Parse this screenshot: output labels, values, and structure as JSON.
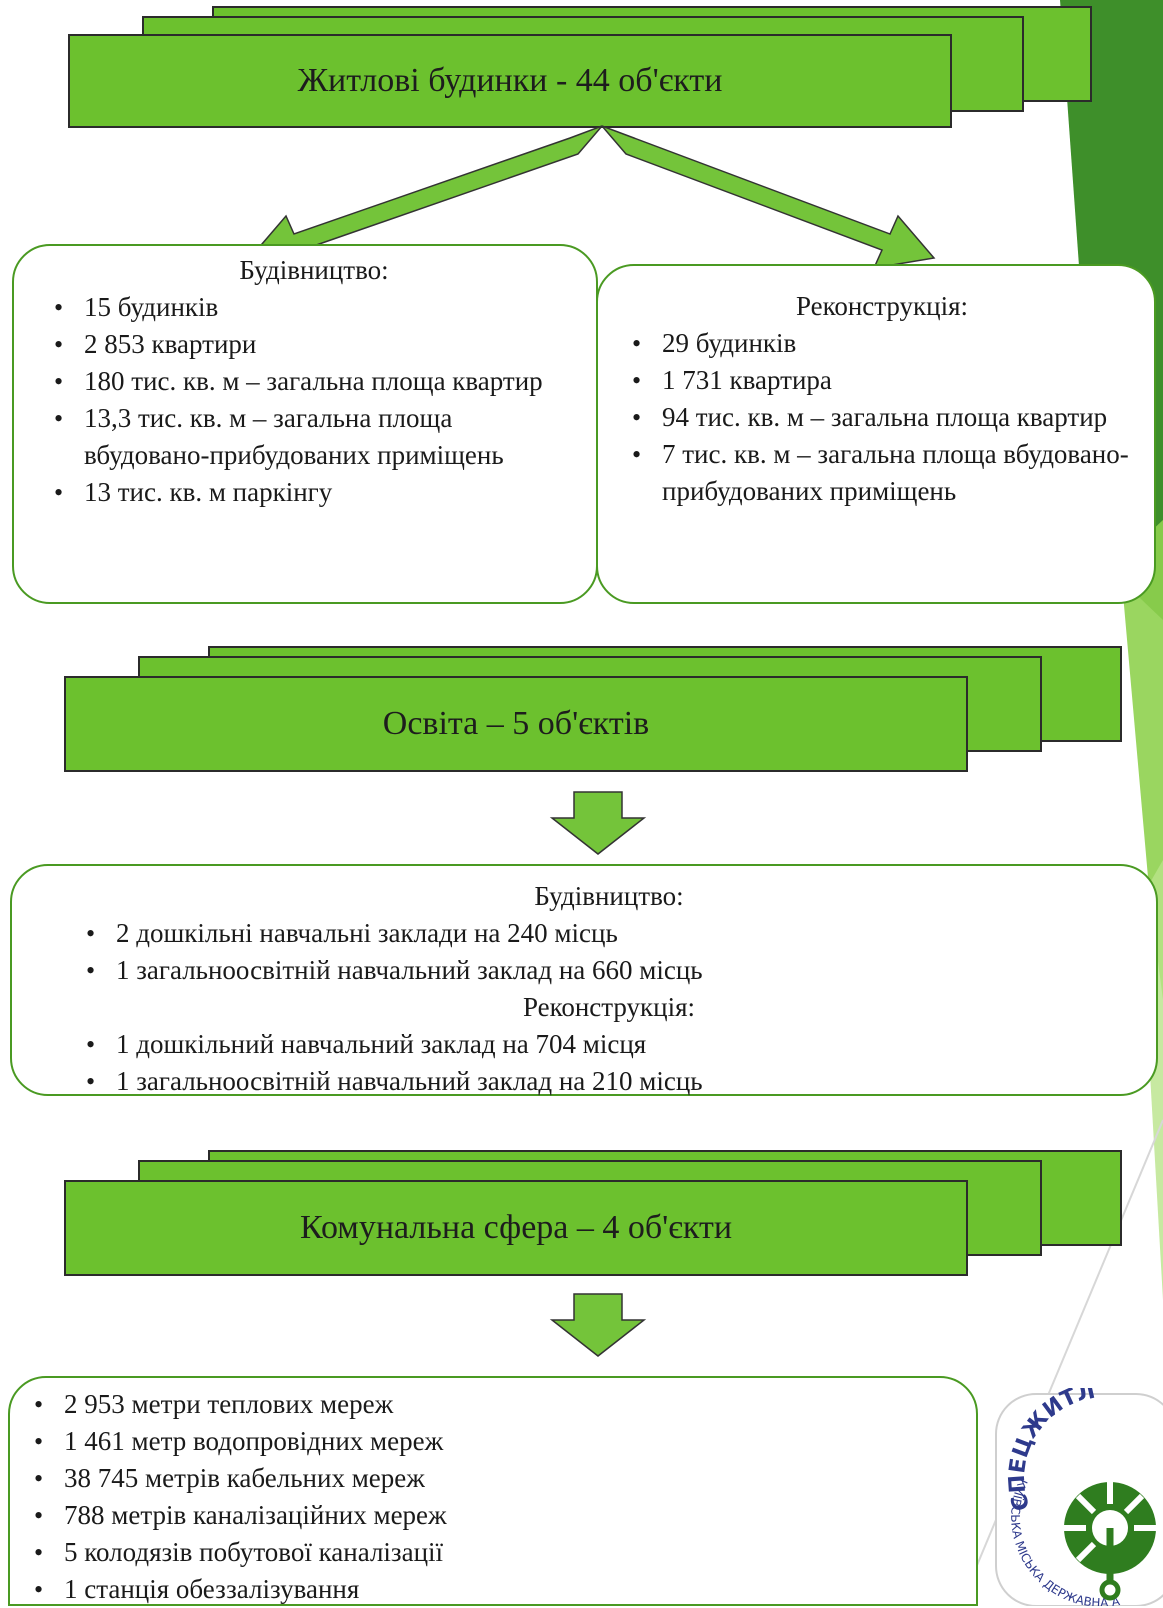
{
  "section1": {
    "banner": "Житлові будинки - 44 об'єкти",
    "construction": {
      "heading": "Будівництво:",
      "items": [
        "15 будинків",
        "2 853 квартири",
        "180 тис. кв. м – загальна площа квартир",
        "13,3  тис. кв. м –  загальна площа вбудовано-прибудованих приміщень",
        "13 тис. кв. м паркінгу"
      ]
    },
    "reconstruction": {
      "heading": "Реконструкція:",
      "items": [
        "29 будинків",
        "1 731 квартира",
        "94 тис. кв. м – загальна площа квартир",
        "7 тис. кв. м – загальна площа вбудовано-прибудованих приміщень"
      ]
    }
  },
  "section2": {
    "banner": "Освіта – 5 об'єктів",
    "construction_heading": "Будівництво:",
    "construction_items": [
      "2  дошкільні навчальні заклади на  240  місць",
      "1  загальноосвітній навчальний заклад на  660  місць"
    ],
    "reconstruction_heading": "Реконструкція:",
    "reconstruction_items": [
      "1  дошкільний навчальний заклад на 704 місця",
      "1  загальноосвітній навчальний заклад на 210  місць"
    ]
  },
  "section3": {
    "banner": "Комунальна сфера – 4 об'єкти",
    "items": [
      "2 953  метри теплових мереж",
      "1 461 метр водопровідних мереж",
      "38 745 метрів кабельних мереж",
      "788 метрів каналізаційних мереж",
      "5  колодязів побутової каналізації",
      "1  станція обеззалізування"
    ]
  },
  "logo": {
    "text": "СПЕЦЖИТЛ",
    "subtext": "КИЇВСЬКА МІСЬКА ДЕРЖАВНА А"
  },
  "colors": {
    "banner_green": "#6cc12e",
    "border_green": "#4a9a22",
    "accent_dark_green": "#2f7d1f"
  }
}
